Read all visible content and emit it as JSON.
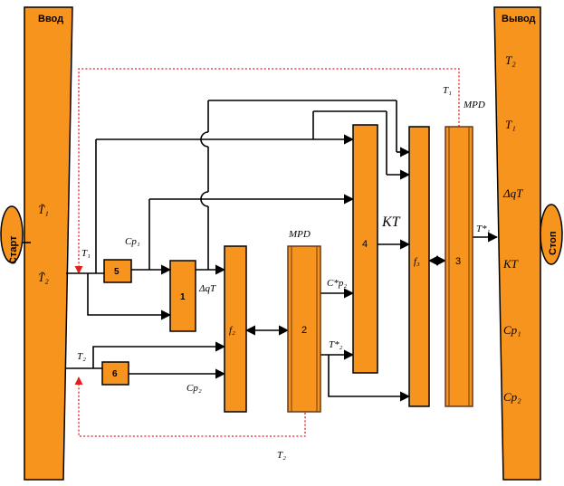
{
  "input_panel": {
    "title": "Ввод",
    "labels": [
      "T̃₁",
      "T̃₂"
    ]
  },
  "output_panel": {
    "title": "Вывод",
    "labels": [
      "T₂",
      "T₁",
      "ΔqT",
      "KT",
      "Cp₁",
      "Cp₂"
    ]
  },
  "start_label": "Старт",
  "stop_label": "Стоп",
  "blocks": {
    "b1": "1",
    "b2": "2",
    "b3": "3",
    "b4": "4",
    "b5": "5",
    "b6": "6",
    "f2": "f₂",
    "f3": "f₃"
  },
  "signals": {
    "t1_in": "T₁",
    "t2_in": "T₂",
    "cp1": "Cp₁",
    "cp2": "Cp₂",
    "dq": "ΔqT",
    "cp2_star": "C*p₂",
    "t2_star": "T*₂",
    "kt": "KT",
    "t1_star": "T*₁",
    "mpd_top": "MPD",
    "mpd_mid": "MPD",
    "t1_top": "T₁",
    "t2_bottom": "T₂"
  }
}
